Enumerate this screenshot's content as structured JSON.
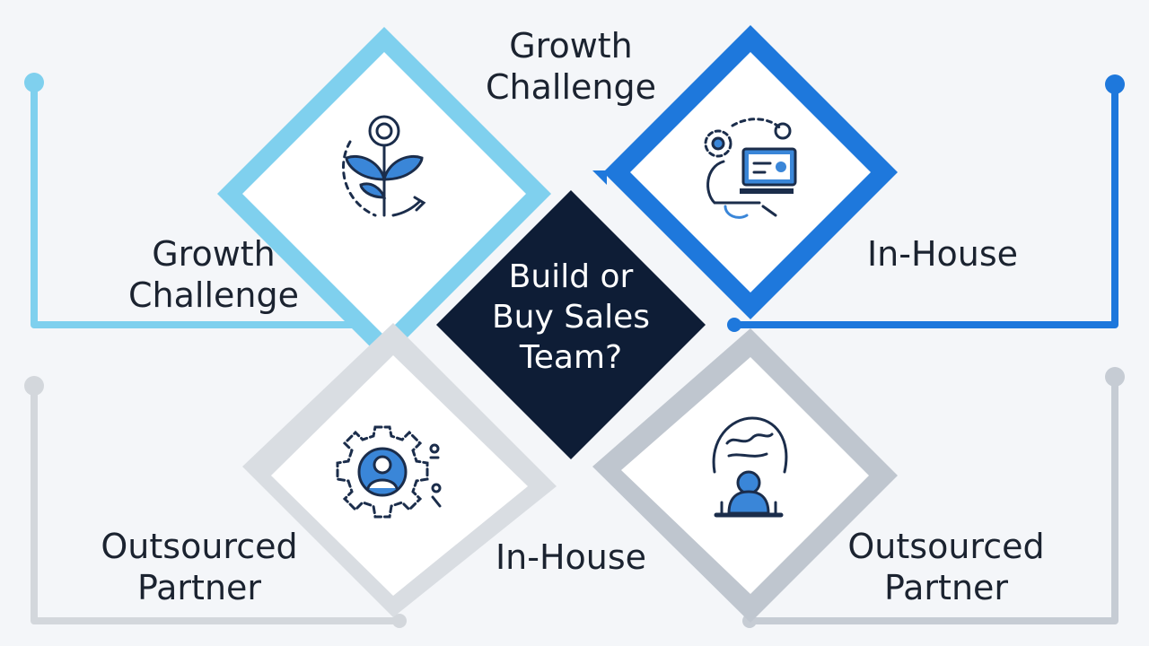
{
  "center": {
    "line1": "Build or",
    "line2": "Buy Sales",
    "line3": "Team?"
  },
  "labels": {
    "top_center": [
      "Growth",
      "Challenge"
    ],
    "left_upper": [
      "Growth",
      "Challenge"
    ],
    "right_upper": [
      "In-House"
    ],
    "left_lower": [
      "Outsourced",
      "Partner"
    ],
    "bottom_center": [
      "In-House"
    ],
    "right_lower": [
      "Outsourced",
      "Partner"
    ]
  },
  "icons": {
    "top_left": "growth-plant-icon",
    "top_right": "computer-workstation-icon",
    "bottom_left": "gear-person-icon",
    "bottom_right": "person-desk-icon"
  },
  "colors": {
    "background": "#f4f6f9",
    "light_blue": "#7fd0ee",
    "blue": "#1e78dc",
    "light_gray": "#d3d7dc",
    "gray": "#b5bcc6",
    "center_navy": "#0e1d36",
    "icon_blue": "#3a86d8",
    "icon_navy": "#1b2d4b"
  }
}
